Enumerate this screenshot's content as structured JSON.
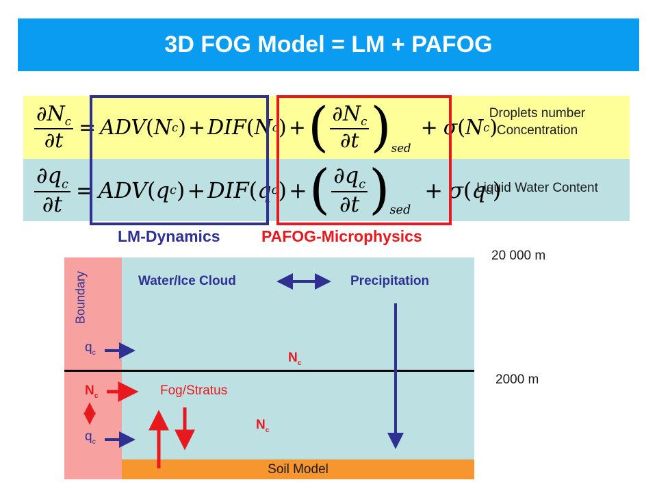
{
  "title": "3D FOG Model = LM + PAFOG",
  "equations": {
    "nc": {
      "lhs_num": "∂N",
      "lhs_den": "∂t",
      "var": "c",
      "adv": "ADV",
      "dif": "DIF",
      "sed": "sed",
      "sigma": "σ",
      "label_line1": "Droplets number",
      "label_line2": "Concentration"
    },
    "qc": {
      "lhs_num": "∂q",
      "lhs_den": "∂t",
      "var": "c",
      "adv": "ADV",
      "dif": "DIF",
      "sed": "sed",
      "sigma": "σ",
      "label": "Liquid Water Content"
    }
  },
  "groups": {
    "dynamics": "LM-Dynamics",
    "microphysics": "PAFOG-Microphysics"
  },
  "diagram": {
    "boundary": "Boundary",
    "water_ice_cloud": "Water/Ice Cloud",
    "precipitation": "Precipitation",
    "fog_stratus": "Fog/Stratus",
    "soil_model": "Soil Model",
    "height_top": "20 000 m",
    "height_mid": "2000 m",
    "qc_symbol": "q",
    "nc_symbol": "N",
    "sub_c": "c"
  },
  "colors": {
    "title_bar": "#0a9cf0",
    "row_yellow": "#ffff99",
    "row_cyan": "#bde0e2",
    "dynamics_blue": "#2e3192",
    "micro_red": "#e8191e",
    "boundary_pink": "#f7a1a1",
    "soil_orange": "#f7962e"
  }
}
